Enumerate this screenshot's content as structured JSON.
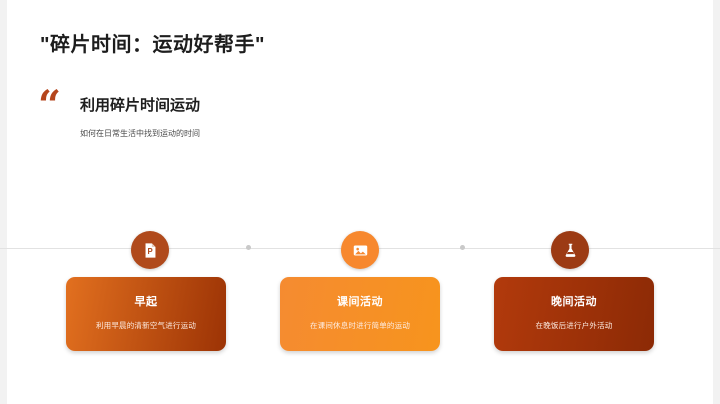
{
  "slide": {
    "title": "\"碎片时间：运动好帮手\"",
    "background_color": "#ffffff"
  },
  "quote": {
    "mark": "“",
    "heading": "利用碎片时间运动",
    "subheading": "如何在日常生活中找到运动的时间",
    "mark_color": "#b5451c"
  },
  "timeline": {
    "line_color": "#e2e2e2",
    "dot_color": "#c9c9c9"
  },
  "cards": [
    {
      "title": "早起",
      "description": "利用早晨的清新空气进行运动",
      "icon": "file-p-icon",
      "icon_bg_color": "#b04a1c",
      "card_color_start": "#e2701f",
      "card_color_end": "#9c3305"
    },
    {
      "title": "课间活动",
      "description": "在课间休息时进行简单的运动",
      "icon": "image-icon",
      "icon_bg_color": "#f7882e",
      "card_color_start": "#f58b31",
      "card_color_end": "#f7941d"
    },
    {
      "title": "晚间活动",
      "description": "在晚饭后进行户外活动",
      "icon": "flask-icon",
      "icon_bg_color": "#9c3b14",
      "card_color_start": "#b23a0c",
      "card_color_end": "#8c2a05"
    }
  ]
}
